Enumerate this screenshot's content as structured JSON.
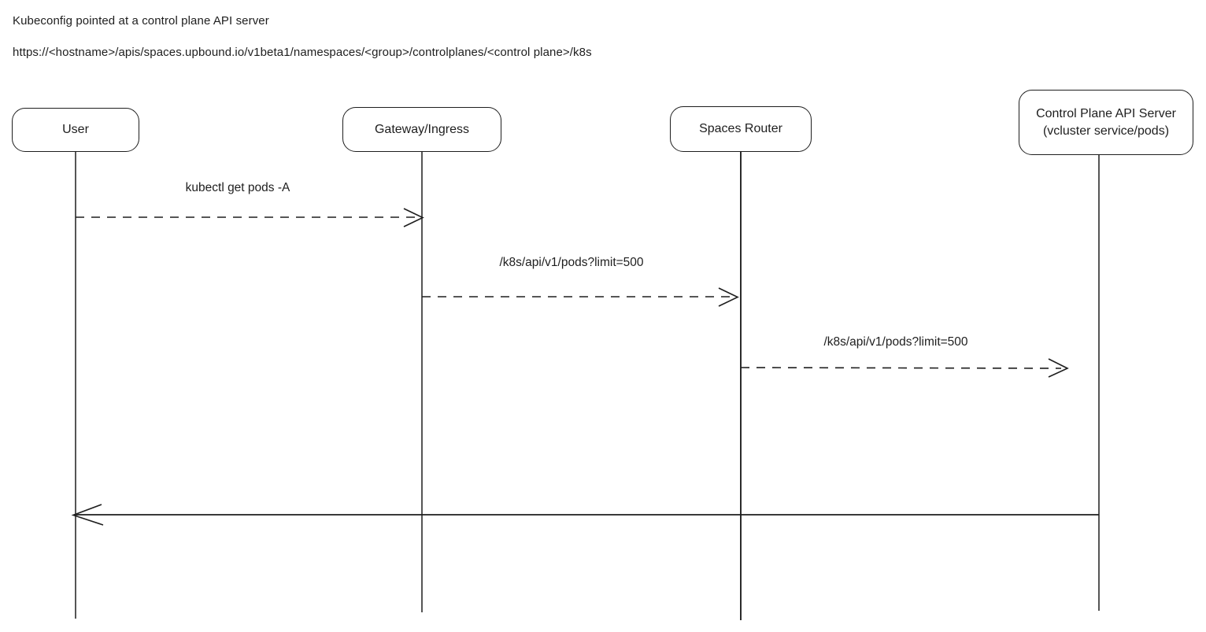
{
  "notes": {
    "line1": "Kubeconfig pointed at a control plane API server",
    "line2": "https://<hostname>/apis/spaces.upbound.io/v1beta1/namespaces/<group>/controlplanes/<control plane>/k8s"
  },
  "diagram": {
    "type": "sequence-diagram",
    "colors": {
      "stroke": "#1e1e1e",
      "background": "#ffffff"
    },
    "actors": [
      {
        "label": "User"
      },
      {
        "label": "Gateway/Ingress"
      },
      {
        "label": "Spaces Router"
      },
      {
        "label": "Control Plane API Server",
        "sublabel": "(vcluster service/pods)"
      }
    ],
    "messages": [
      {
        "from": "User",
        "to": "Gateway/Ingress",
        "label": "kubectl get pods -A",
        "line": "dashed",
        "direction": "right"
      },
      {
        "from": "Gateway/Ingress",
        "to": "Spaces Router",
        "label": "/k8s/api/v1/pods?limit=500",
        "line": "dashed",
        "direction": "right"
      },
      {
        "from": "Spaces Router",
        "to": "Control Plane API Server",
        "label": "/k8s/api/v1/pods?limit=500",
        "line": "dashed",
        "direction": "right"
      },
      {
        "from": "Control Plane API Server",
        "to": "User",
        "label": "",
        "line": "solid",
        "direction": "left"
      }
    ]
  }
}
